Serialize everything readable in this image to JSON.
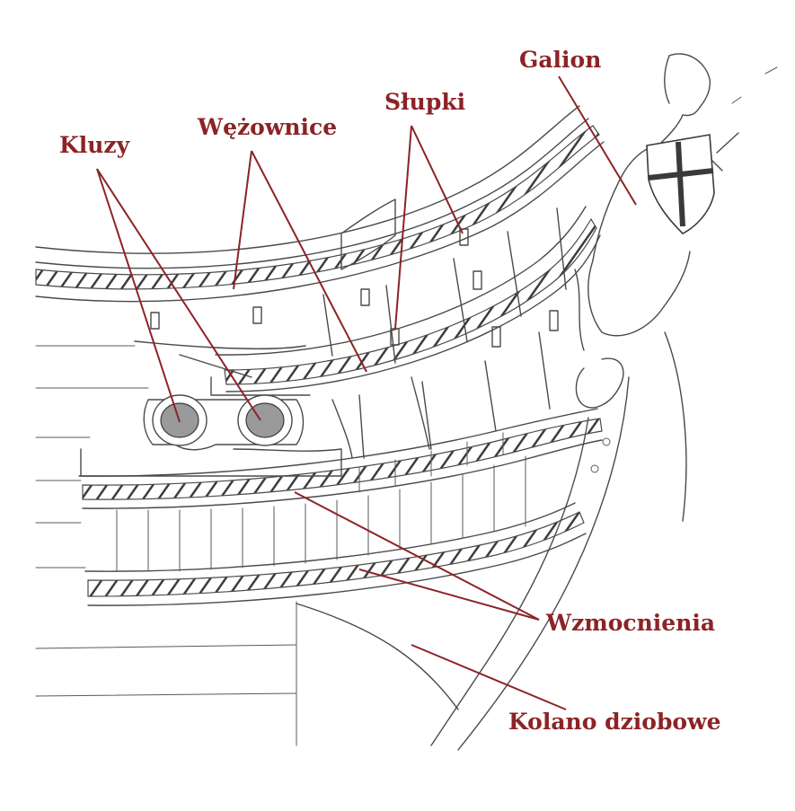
{
  "colors": {
    "label": "#8c2326",
    "ink": "#4a4a4a",
    "background": "#ffffff"
  },
  "labels": {
    "galion": "Galion",
    "slupki": "Słupki",
    "wezownice": "Wężownice",
    "kluzy": "Kluzy",
    "wzmocnienia": "Wzmocnienia",
    "kolano": "Kolano dziobowe"
  }
}
